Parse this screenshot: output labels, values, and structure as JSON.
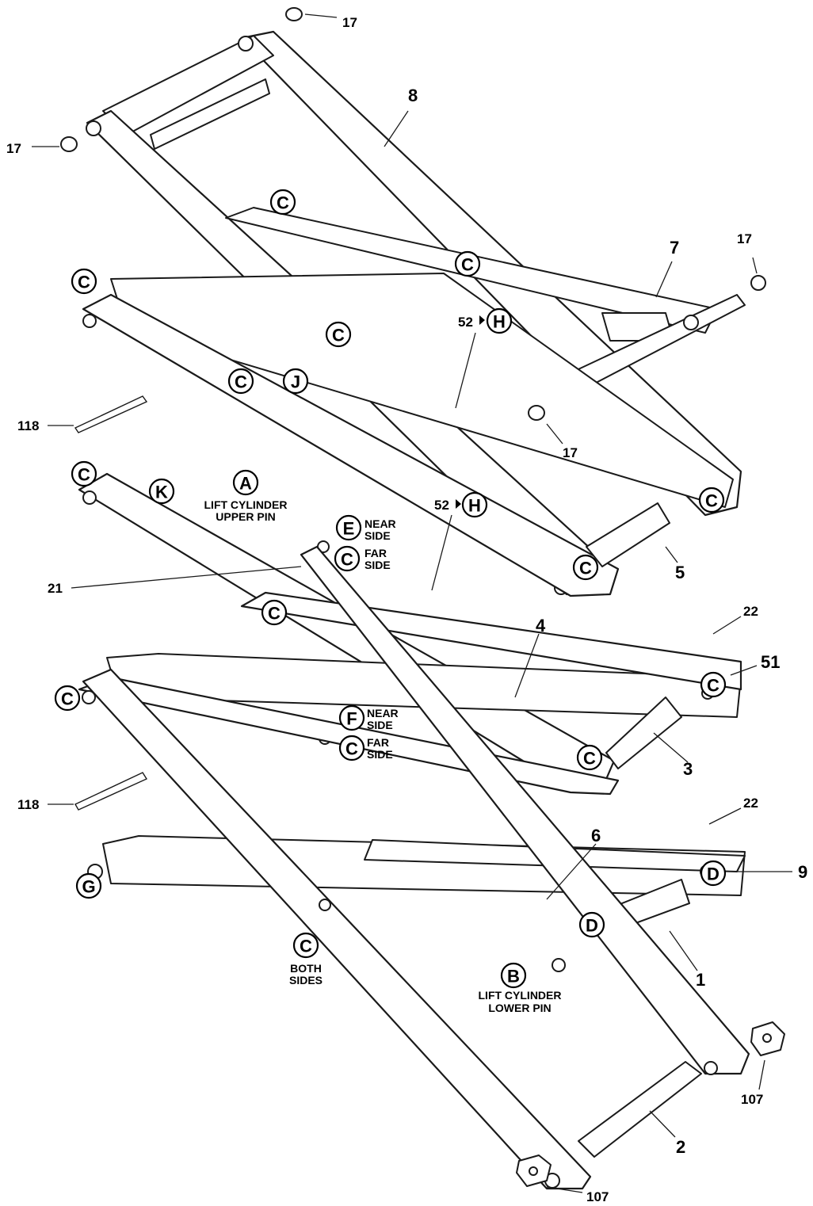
{
  "part_numbers": {
    "n17": "17",
    "n8": "8",
    "n7": "7",
    "n118": "118",
    "n21": "21",
    "n5": "5",
    "n22": "22",
    "n51": "51",
    "n4": "4",
    "n3": "3",
    "n6": "6",
    "n9": "9",
    "n1": "1",
    "n107": "107",
    "n2": "2",
    "n52": "52"
  },
  "callouts": {
    "A": "A",
    "B": "B",
    "C": "C",
    "D": "D",
    "E": "E",
    "F": "F",
    "G": "G",
    "H": "H",
    "J": "J",
    "K": "K"
  },
  "notes": {
    "lift_cylinder": "LIFT CYLINDER",
    "upper_pin": "UPPER PIN",
    "lower_pin": "LOWER PIN",
    "near": "NEAR",
    "far": "FAR",
    "side": "SIDE",
    "both": "BOTH",
    "sides": "SIDES"
  },
  "colors": {
    "line": "#1a1a1a",
    "background": "#ffffff"
  }
}
